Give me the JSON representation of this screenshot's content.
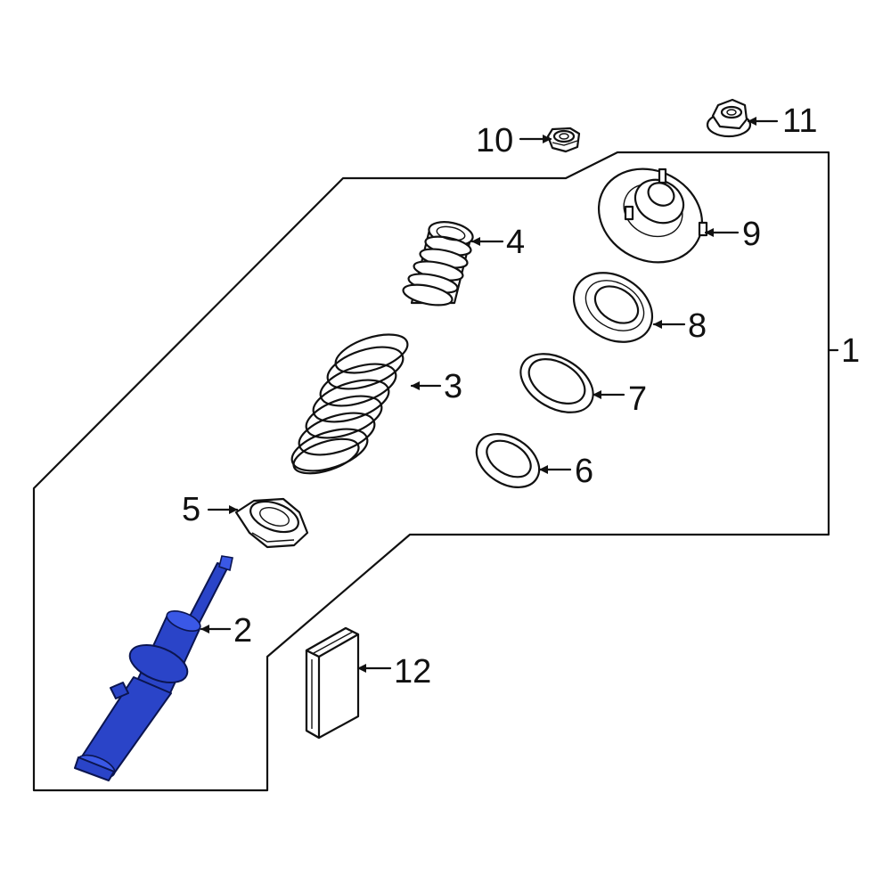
{
  "callouts": {
    "c1": "1",
    "c2": "2",
    "c3": "3",
    "c4": "4",
    "c5": "5",
    "c6": "6",
    "c7": "7",
    "c8": "8",
    "c9": "9",
    "c10": "10",
    "c11": "11",
    "c12": "12"
  },
  "colors": {
    "highlight_part": "#2a44c8",
    "line": "#111111",
    "background": "#ffffff"
  }
}
